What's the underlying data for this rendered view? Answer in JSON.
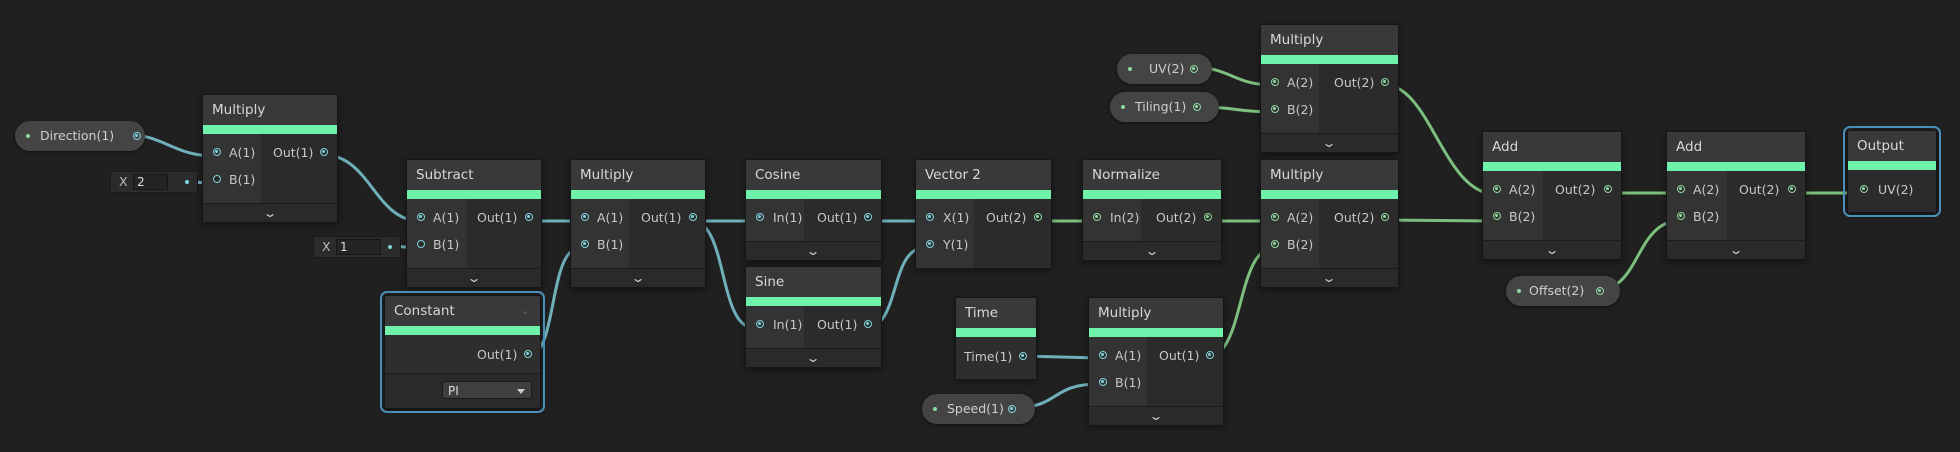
{
  "nodes": {
    "multiply_dir": {
      "title": "Multiply",
      "a": "A(1)",
      "b": "B(1)",
      "out": "Out(1)"
    },
    "subtract": {
      "title": "Subtract",
      "a": "A(1)",
      "b": "B(1)",
      "out": "Out(1)"
    },
    "multiply_pi": {
      "title": "Multiply",
      "a": "A(1)",
      "b": "B(1)",
      "out": "Out(1)"
    },
    "constant": {
      "title": "Constant",
      "out": "Out(1)",
      "value": "PI"
    },
    "cosine": {
      "title": "Cosine",
      "in": "In(1)",
      "out": "Out(1)"
    },
    "sine": {
      "title": "Sine",
      "in": "In(1)",
      "out": "Out(1)"
    },
    "vector2": {
      "title": "Vector 2",
      "x": "X(1)",
      "y": "Y(1)",
      "out": "Out(2)"
    },
    "normalize": {
      "title": "Normalize",
      "in": "In(2)",
      "out": "Out(2)"
    },
    "time": {
      "title": "Time",
      "out": "Time(1)"
    },
    "multiply_time": {
      "title": "Multiply",
      "a": "A(1)",
      "b": "B(1)",
      "out": "Out(1)"
    },
    "multiply_uv": {
      "title": "Multiply",
      "a": "A(2)",
      "b": "B(2)",
      "out": "Out(2)"
    },
    "multiply_dirv": {
      "title": "Multiply",
      "a": "A(2)",
      "b": "B(2)",
      "out": "Out(2)"
    },
    "add1": {
      "title": "Add",
      "a": "A(2)",
      "b": "B(2)",
      "out": "Out(2)"
    },
    "add2": {
      "title": "Add",
      "a": "A(2)",
      "b": "B(2)",
      "out": "Out(2)"
    },
    "output": {
      "title": "Output",
      "in": "UV(2)"
    }
  },
  "properties": {
    "direction": "Direction(1)",
    "uv": "UV(2)",
    "tiling": "Tiling(1)",
    "speed": "Speed(1)",
    "offset": "Offset(2)"
  },
  "inline_inputs": {
    "multiply_b": {
      "axis": "X",
      "value": "2"
    },
    "subtract_b": {
      "axis": "X",
      "value": "1"
    }
  },
  "colors": {
    "background": "#202020",
    "header_bar": "#6ef2ab",
    "float_wire": "#6fb0ba",
    "vector_wire": "#7cbf7e",
    "selection": "#4a90b8"
  }
}
